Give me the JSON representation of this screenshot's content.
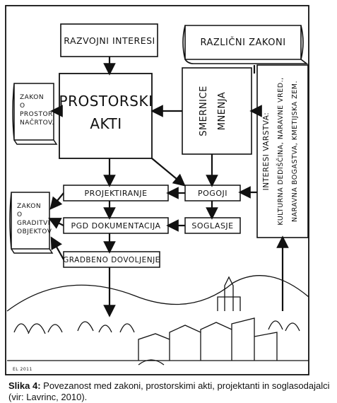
{
  "diagram": {
    "top_left_box": "RAZVOJNI INTERESI",
    "top_right_scroll": "RAZLIČNI ZAKONI",
    "main_box_line1": "PROSTORSKI",
    "main_box_line2": "AKTI",
    "smernice_line1": "SMERNICE",
    "smernice_line2": "MNENJA",
    "left_book_1": [
      "ZAKON",
      "O",
      "PROSTOR.",
      "NAČRTOV."
    ],
    "left_book_2": [
      "ZAKON",
      "O",
      "GRADITVI",
      "OBJEKTOV"
    ],
    "interesi_lines": [
      "INTERESI VARSTVA:",
      "KULTURNA DEDIŠČINA, NARAVNE VRED.,",
      "NARAVNA BOGASTVA, KMETIJSKA ZEM."
    ],
    "projektiranje": "PROJEKTIRANJE",
    "pogoji": "POGOJI",
    "pgd": "PGD DOKUMENTACIJA",
    "soglasje": "SOGLASJE",
    "gradbeno": "GRADBENO DOVOLJENJE",
    "signature": "EL 2011"
  },
  "caption": {
    "label": "Slika 4:",
    "text": " Povezanost med zakoni, prostorskimi akti, projektanti in soglasodajalci (vir: Lavrinc, 2010)."
  }
}
